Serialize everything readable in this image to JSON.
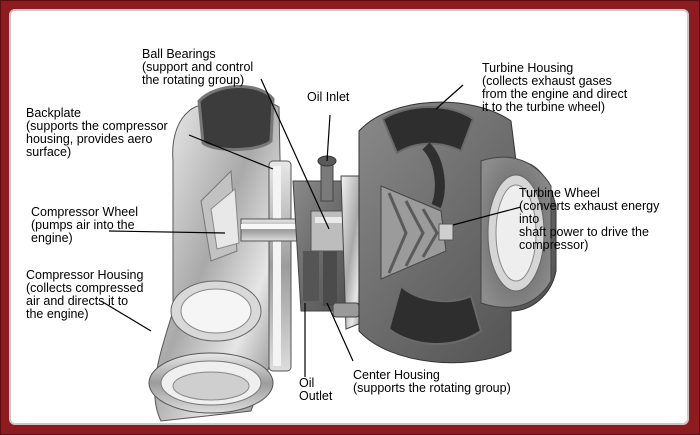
{
  "labels": {
    "ball_bearings": "Ball Bearings\n(support and control\nthe rotating group)",
    "oil_inlet": "Oil Inlet",
    "turbine_housing": "Turbine Housing\n(collects exhaust gases\nfrom the engine and direct\nit to the turbine wheel)",
    "backplate": "Backplate\n(supports the compressor\nhousing,  provides aero\nsurface)",
    "compressor_wheel": "Compressor Wheel\n(pumps air into the\nengine)",
    "turbine_wheel": "Turbine Wheel\n(converts exhaust energy\ninto\nshaft power to drive the\ncompressor)",
    "compressor_housing": "Compressor Housing\n(collects compressed\nair and directs it to\nthe engine)",
    "oil_outlet": "Oil\nOutlet",
    "center_housing": "Center Housing\n(supports the rotating group)"
  },
  "colors": {
    "frame": "#8e1b20",
    "leader": "#000000"
  }
}
